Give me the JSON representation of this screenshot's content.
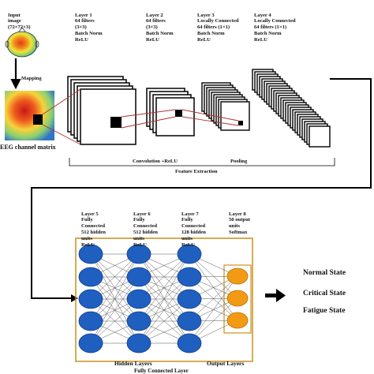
{
  "input_label": [
    "Input",
    "image",
    "(72×72×3)"
  ],
  "mapping_label": "Mapping",
  "eeg_caption": "EEG channel matrix",
  "layers_top": [
    [
      "Layer 1",
      "64 filters",
      "(3×3)",
      "Batch Norm",
      "ReLU"
    ],
    [
      "Layer 2",
      "64 filters",
      "(3×3)",
      "Batch Norm",
      "ReLU"
    ],
    [
      "Layer 3",
      "Locally Connected",
      "64 filters (1×1)",
      "Batch Norm",
      "ReLU"
    ],
    [
      "Layer 4",
      "Locally Connected",
      "64 filters (1×1)",
      "Batch Norm",
      "ReLU"
    ]
  ],
  "conv_relu_label": "Convolution +ReLU",
  "pooling_label": "Pooling",
  "feature_extraction_label": "Feature Extraction",
  "layers_bottom": [
    [
      "Layer 5",
      "Fully",
      "Connected",
      "512 hidden",
      "units",
      "ReLU"
    ],
    [
      "Layer 6",
      "Fully",
      "Connected",
      "512 hidden",
      "units",
      "ReLU"
    ],
    [
      "Layer 7",
      "Fully",
      "Connected",
      "128 hidden",
      "units",
      "ReLU"
    ],
    [
      "Layer 8",
      "50 output",
      "units",
      "Softmax"
    ]
  ],
  "hidden_layers_label": "Hidden Layers",
  "output_layers_label": "Output Layers",
  "fully_connected_label": "Fully Connected Layer",
  "states": [
    "Normal State",
    "Critical State",
    "Fatigue State"
  ],
  "colors": {
    "hidden_node": "#1f5fbf",
    "output_node": "#f29a14",
    "fc_border": "#c8911c",
    "arrow": "#000000",
    "connector": "#b03030"
  }
}
